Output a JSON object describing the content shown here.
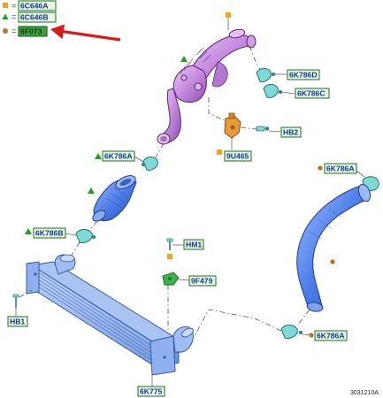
{
  "legend": {
    "square_code": "6C646A",
    "triangle_code": "6C646B",
    "circle_code": "6F073",
    "equals": "="
  },
  "labels": {
    "clamp_top_d": "6K786D",
    "clamp_top_c": "6K786C",
    "hb2": "HB2",
    "sensor": "9U465",
    "clamp_mid_a": "6K786A",
    "clamp_right_a": "6K786A",
    "clamp_mid_b": "6K786B",
    "hm1": "HM1",
    "valve": "9F479",
    "hb1": "HB1",
    "clamp_bottom_a": "6K786A",
    "intercooler": "6K775"
  },
  "figure_id": "3031210A",
  "colors": {
    "label_fill": "#e9f4e3",
    "label_stroke": "#2e7d32",
    "label_text": "#0b3d91",
    "highlight_fill": "#3ea33e",
    "square_marker": "#f2a51c",
    "triangle_marker": "#22a022",
    "circle_marker": "#b8722c",
    "arrow": "#d91a1a",
    "purple_pipe": "#c98de0",
    "blue_pipe": "#4c7de8",
    "clamp": "#7fd9d4",
    "intercooler": "#8fb3ee"
  }
}
